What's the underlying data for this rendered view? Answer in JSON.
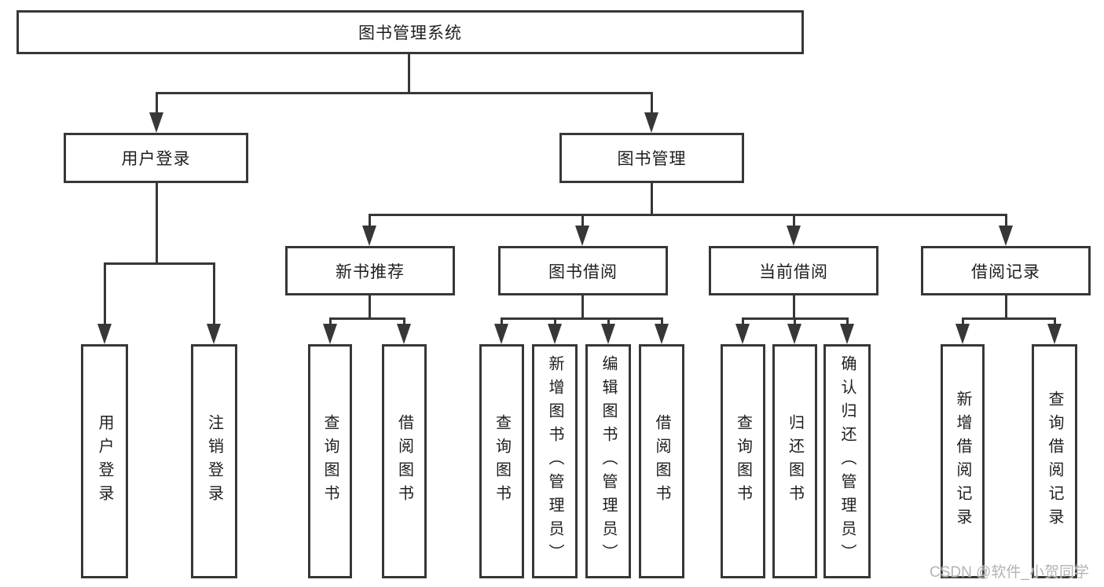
{
  "page": {
    "background": "#ffffff"
  },
  "colors": {
    "line": "#373737",
    "box_border": "#373737",
    "text": "#1e1e1e",
    "watermark": "#b4b4b4"
  },
  "tree": {
    "root": {
      "label": "图书管理系统"
    },
    "branches": [
      {
        "label": "用户登录",
        "children": [
          {
            "label": "用户登录"
          },
          {
            "label": "注销登录"
          }
        ]
      },
      {
        "label": "图书管理",
        "children": [
          {
            "label": "新书推荐",
            "children": [
              {
                "label": "查询图书"
              },
              {
                "label": "借阅图书"
              }
            ]
          },
          {
            "label": "图书借阅",
            "children": [
              {
                "label": "查询图书"
              },
              {
                "label": "新增图书（管理员）"
              },
              {
                "label": "编辑图书（管理员）"
              },
              {
                "label": "借阅图书"
              }
            ]
          },
          {
            "label": "当前借阅",
            "children": [
              {
                "label": "查询图书"
              },
              {
                "label": "归还图书"
              },
              {
                "label": "确认归还（管理员）"
              }
            ]
          },
          {
            "label": "借阅记录",
            "children": [
              {
                "label": "新增借阅记录"
              },
              {
                "label": "查询借阅记录"
              }
            ]
          }
        ]
      }
    ]
  },
  "watermark": {
    "text": "CSDN @软件_小贺同学"
  }
}
